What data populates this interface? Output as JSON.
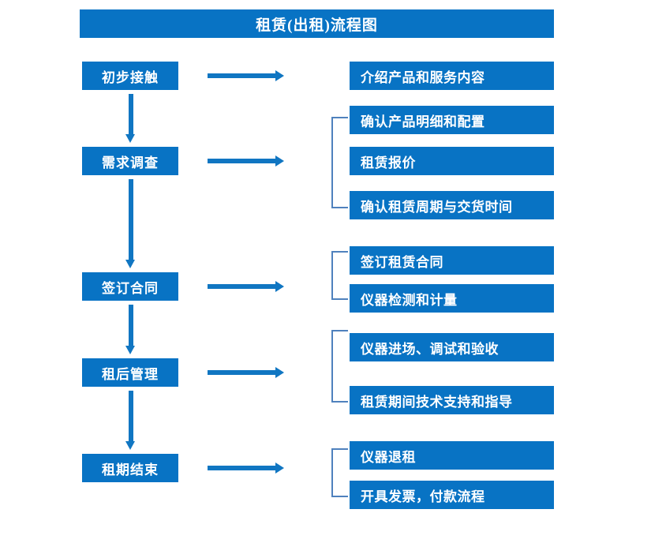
{
  "chart_data": {
    "type": "diagram",
    "diagram_kind": "flowchart",
    "title": "租赁(出租)流程图",
    "orientation": "vertical-stages-with-right-details",
    "accent_color": "#0873c4",
    "arrow_color": "#1076c2",
    "bracket_color": "#4f81bd",
    "text_color": "#ffffff",
    "background_color": "#ffffff",
    "stages": [
      {
        "id": "stage-1",
        "label": "初步接触",
        "details": [
          "介绍产品和服务内容"
        ],
        "bracketed": false
      },
      {
        "id": "stage-2",
        "label": "需求调查",
        "details": [
          "确认产品明细和配置",
          "租赁报价",
          "确认租赁周期与交货时间"
        ],
        "bracketed": true
      },
      {
        "id": "stage-3",
        "label": "签订合同",
        "details": [
          "签订租赁合同",
          "仪器检测和计量"
        ],
        "bracketed": true
      },
      {
        "id": "stage-4",
        "label": "租后管理",
        "details": [
          "仪器进场、调试和验收",
          "租赁期间技术支持和指导"
        ],
        "bracketed": true
      },
      {
        "id": "stage-5",
        "label": "租期结束",
        "details": [
          "仪器退租",
          "开具发票，付款流程"
        ],
        "bracketed": true
      }
    ]
  },
  "title": {
    "text": "租赁(出租)流程图"
  },
  "stages": [
    {
      "label": "初步接触"
    },
    {
      "label": "需求调查"
    },
    {
      "label": "签订合同"
    },
    {
      "label": "租后管理"
    },
    {
      "label": "租期结束"
    }
  ],
  "details": [
    {
      "label": "介绍产品和服务内容"
    },
    {
      "label": "确认产品明细和配置"
    },
    {
      "label": "租赁报价"
    },
    {
      "label": "确认租赁周期与交货时间"
    },
    {
      "label": "签订租赁合同"
    },
    {
      "label": "仪器检测和计量"
    },
    {
      "label": "仪器进场、调试和验收"
    },
    {
      "label": "租赁期间技术支持和指导"
    },
    {
      "label": "仪器退租"
    },
    {
      "label": "开具发票，付款流程"
    }
  ]
}
